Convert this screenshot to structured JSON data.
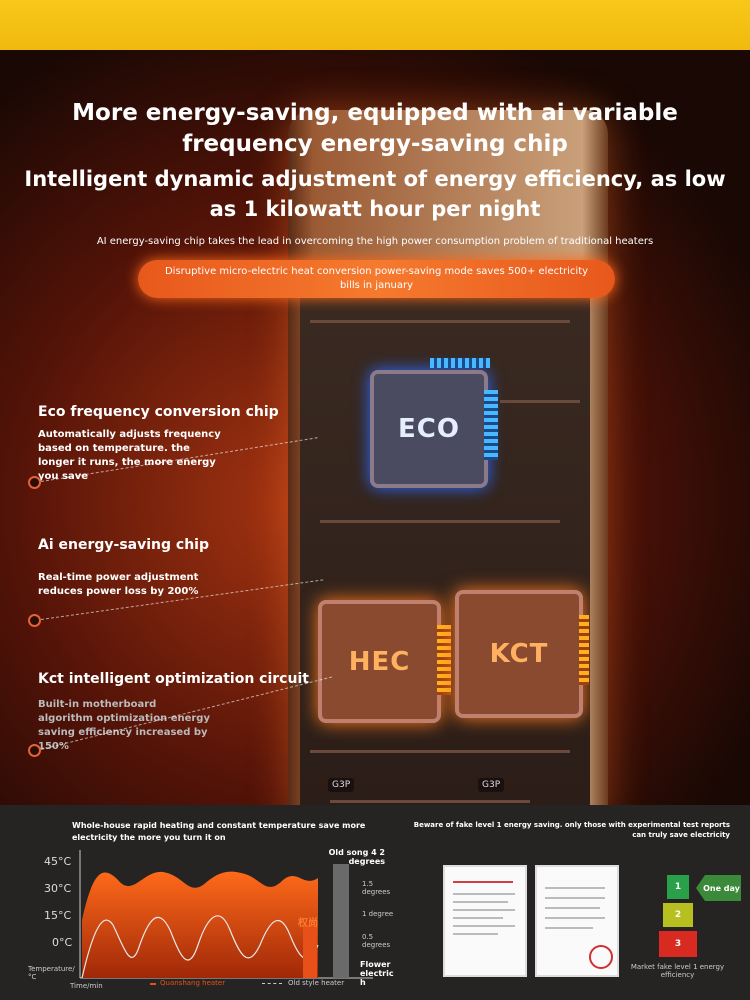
{
  "header": {
    "title_line1": "More energy-saving, equipped with ai variable frequency energy-saving chip",
    "title_line2": "Intelligent dynamic adjustment of energy efficiency, as low as 1 kilowatt hour per night",
    "subtitle": "AI energy-saving chip takes the lead in overcoming the high power consumption problem of traditional heaters",
    "pill": "Disruptive micro-electric heat conversion power-saving mode saves 500+ electricity bills in january"
  },
  "features": [
    {
      "title": "Eco frequency conversion chip",
      "desc": "Automatically adjusts frequency based on temperature. the longer it runs, the more energy you save"
    },
    {
      "title": "Ai energy-saving chip",
      "desc": "Real-time power adjustment reduces power loss by 200%"
    },
    {
      "title": "Kct intelligent optimization circuit",
      "desc": "Built-in motherboard algorithm optimization energy saving efficiency increased by 150%"
    }
  ],
  "chips": {
    "eco": "ECO",
    "hec": "HEC",
    "kct": "KCT",
    "g3p": "G3P"
  },
  "bottom": {
    "chart_heading": "Whole-house rapid heating and constant temperature save more electricity the more you turn it on",
    "warning": "Beware of fake level 1 energy saving. only those with experimental test reports can truly save electricity",
    "market_note": "Market fake level 1 energy efficiency",
    "one_day": "One day",
    "levels": [
      "1",
      "2",
      "3"
    ]
  },
  "chart_data": {
    "type": "line",
    "y_ticks": [
      "45°C",
      "30°C",
      "15°C",
      "0°C"
    ],
    "ylabel": "Temperature/°C",
    "xlabel": "Time/min",
    "legend": [
      "Quanshang heater",
      "Old style heater"
    ],
    "bar_labels": {
      "old": "Old song 4 2 degrees",
      "mid_1_5": "1.5 degrees",
      "mid_1": "1 degree",
      "mid_0_5": "0.5 degrees",
      "new": "Flower electric h",
      "power": "权尚"
    },
    "colors": {
      "quanshang": "#e8501a",
      "old": "#d8d8d8",
      "old_bar": "#6a6a6a"
    }
  }
}
